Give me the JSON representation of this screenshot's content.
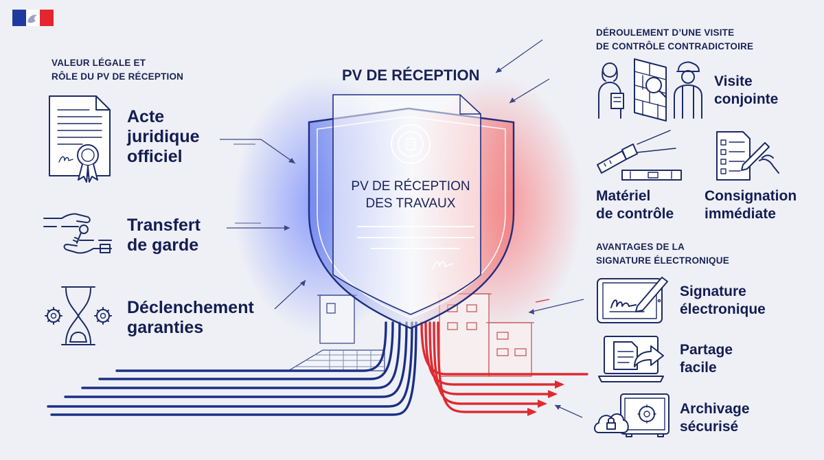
{
  "header": {
    "logo_name": "marianne-flag-logo"
  },
  "left": {
    "heading": [
      "VALEUR LÉGALE ET",
      "RÔLE DU PV DE RÉCEPTION"
    ],
    "items": [
      {
        "lines": [
          "Acte",
          "juridique",
          "officiel"
        ],
        "icon": "legal-certificate-icon"
      },
      {
        "lines": [
          "Transfert",
          "de garde"
        ],
        "icon": "key-handover-icon"
      },
      {
        "lines": [
          "Déclenchement",
          "garanties"
        ],
        "icon": "hourglass-gears-icon"
      }
    ]
  },
  "center": {
    "title": "PV DE RÉCEPTION",
    "shield_lines": [
      "PV DE RÉCEPTION",
      "DES TRAVAUX"
    ],
    "colors": {
      "blue": "#1f3a9e",
      "red": "#e3262f",
      "navy": "#16205a"
    }
  },
  "right_top": {
    "heading": [
      "DÉROULEMENT D’UNE VISITE",
      "DE CONTRÔLE CONTRADICTOIRE"
    ],
    "items": [
      {
        "lines": [
          "Visite",
          "conjointe"
        ],
        "icon": "joint-inspection-icon"
      },
      {
        "lines": [
          "Matériel",
          "de contrôle"
        ],
        "icon": "flashlight-level-icon"
      },
      {
        "lines": [
          "Consignation",
          "immédiate"
        ],
        "icon": "checklist-pen-icon"
      }
    ]
  },
  "right_bottom": {
    "heading": [
      "AVANTAGES DE LA",
      "SIGNATURE ÉLECTRONIQUE"
    ],
    "items": [
      {
        "lines": [
          "Signature",
          "électronique"
        ],
        "icon": "tablet-signature-icon"
      },
      {
        "lines": [
          "Partage",
          "facile"
        ],
        "icon": "laptop-share-icon"
      },
      {
        "lines": [
          "Archivage",
          "sécurisé"
        ],
        "icon": "cloud-safe-icon"
      }
    ]
  }
}
